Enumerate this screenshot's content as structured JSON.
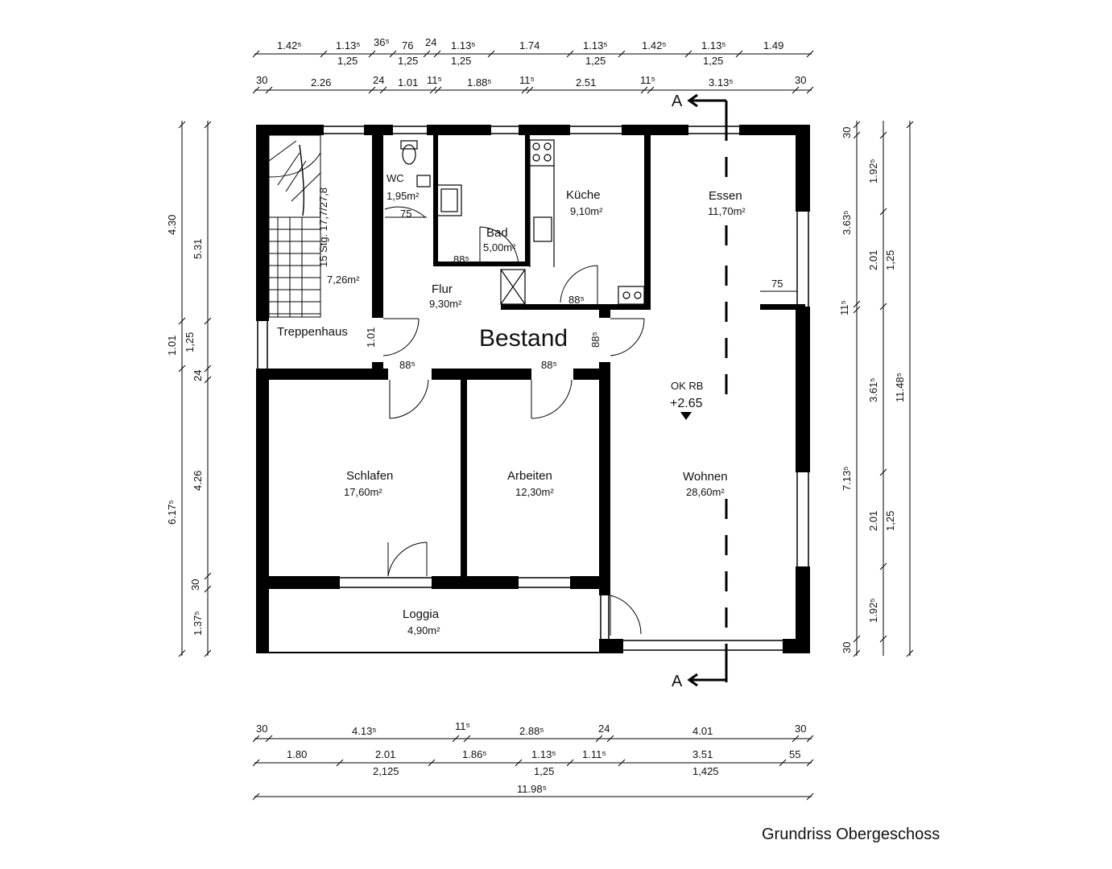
{
  "title": "Grundriss Obergeschoss",
  "stamp": "Bestand",
  "section_marker": "A",
  "level": {
    "label": "OK RB",
    "value": "+2.65"
  },
  "stairs": {
    "label": "15 Stg. 17,7/27,8"
  },
  "rooms": [
    {
      "name": "Treppenhaus",
      "area": "7,26m²"
    },
    {
      "name": "WC",
      "area": "1,95m²"
    },
    {
      "name": "Bad",
      "area": "5,00m²"
    },
    {
      "name": "Küche",
      "area": "9,10m²"
    },
    {
      "name": "Essen",
      "area": "11,70m²"
    },
    {
      "name": "Flur",
      "area": "9,30m²"
    },
    {
      "name": "Schlafen",
      "area": "17,60m²"
    },
    {
      "name": "Arbeiten",
      "area": "12,30m²"
    },
    {
      "name": "Wohnen",
      "area": "28,60m²"
    },
    {
      "name": "Loggia",
      "area": "4,90m²"
    }
  ],
  "dimensions": {
    "top1": [
      "1.42⁵",
      "1.13⁵",
      "36⁵",
      "76",
      "24",
      "1.13⁵",
      "1.74",
      "1.13⁵",
      "1.42⁵",
      "1.13⁵",
      "1.49"
    ],
    "top1_sub": [
      "1,25",
      "1,25",
      "1,25",
      "1,25",
      "1,25"
    ],
    "top2": [
      "30",
      "2.26",
      "24",
      "1.01",
      "11⁵",
      "1.88⁵",
      "11⁵",
      "2.51",
      "11⁵",
      "3.13⁵",
      "30"
    ],
    "left1": [
      "4.30",
      "1.01",
      "6.17⁵"
    ],
    "left2": [
      "5.31",
      "1,25",
      "24",
      "4.26",
      "30",
      "1.37⁵"
    ],
    "right1": [
      "30",
      "3.63⁵",
      "11⁵",
      "7.13⁵",
      "30"
    ],
    "right2": [
      "1.92⁵",
      "2.01",
      "3.61⁵",
      "2.01",
      "1.92⁵"
    ],
    "right3": [
      "1,25",
      "11.48⁵",
      "1,25"
    ],
    "bottom1": [
      "30",
      "4.13⁵",
      "11⁵",
      "2.88⁵",
      "24",
      "4.01",
      "30"
    ],
    "bottom2": [
      "1.80",
      "2.01",
      "1.86⁵",
      "1.13⁵",
      "1.11⁵",
      "3.51",
      "55"
    ],
    "bottom2_sub": [
      "2,125",
      "1,25",
      "1,425"
    ],
    "bottom_total": "11.98⁵",
    "interior": [
      "75",
      "88⁵",
      "88⁵",
      "1.01",
      "88⁵",
      "88⁵",
      "88⁵",
      "75"
    ]
  }
}
